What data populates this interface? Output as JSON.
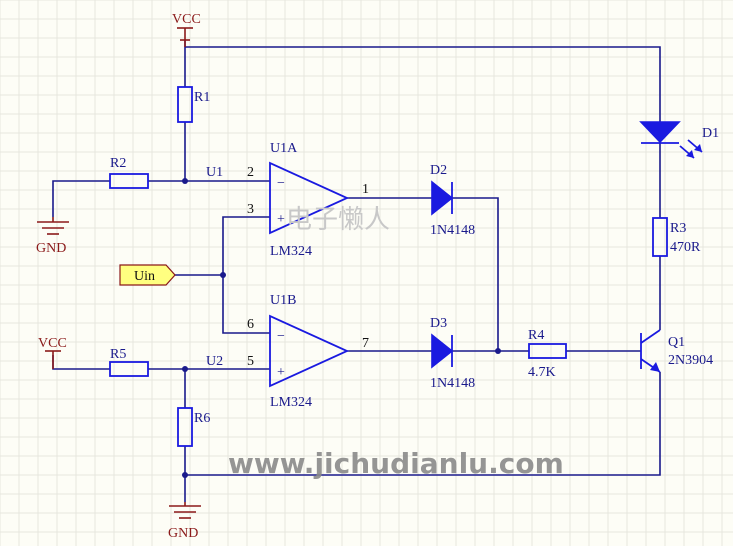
{
  "power": {
    "vcc_top": "VCC",
    "vcc_left": "VCC",
    "gnd_left": "GND",
    "gnd_bottom": "GND"
  },
  "components": {
    "r1": "R1",
    "r2": "R2",
    "r3": "R3",
    "r3_value": "470R",
    "r4": "R4",
    "r4_value": "4.7K",
    "r5": "R5",
    "r6": "R6",
    "u1a": "U1A",
    "u1a_part": "LM324",
    "u1b": "U1B",
    "u1b_part": "LM324",
    "d1": "D1",
    "d2": "D2",
    "d2_part": "1N4148",
    "d3": "D3",
    "d3_part": "1N4148",
    "q1": "Q1",
    "q1_part": "2N3904"
  },
  "nets": {
    "u1": "U1",
    "u2": "U2",
    "uin": "Uin"
  },
  "pins": {
    "u1a_out": "1",
    "u1a_inv": "2",
    "u1a_noninv": "3",
    "u1b_inv": "6",
    "u1b_noninv": "5",
    "u1b_out": "7"
  },
  "symbols": {
    "minus": "−",
    "plus": "+"
  },
  "watermark": {
    "cn": "电子懒人",
    "url": "www.jichudianlu.com"
  },
  "colors": {
    "wire": "#1a1a8c",
    "component": "#1a1ae0",
    "power": "#8b1a1a",
    "port_fill": "#ffff80"
  }
}
